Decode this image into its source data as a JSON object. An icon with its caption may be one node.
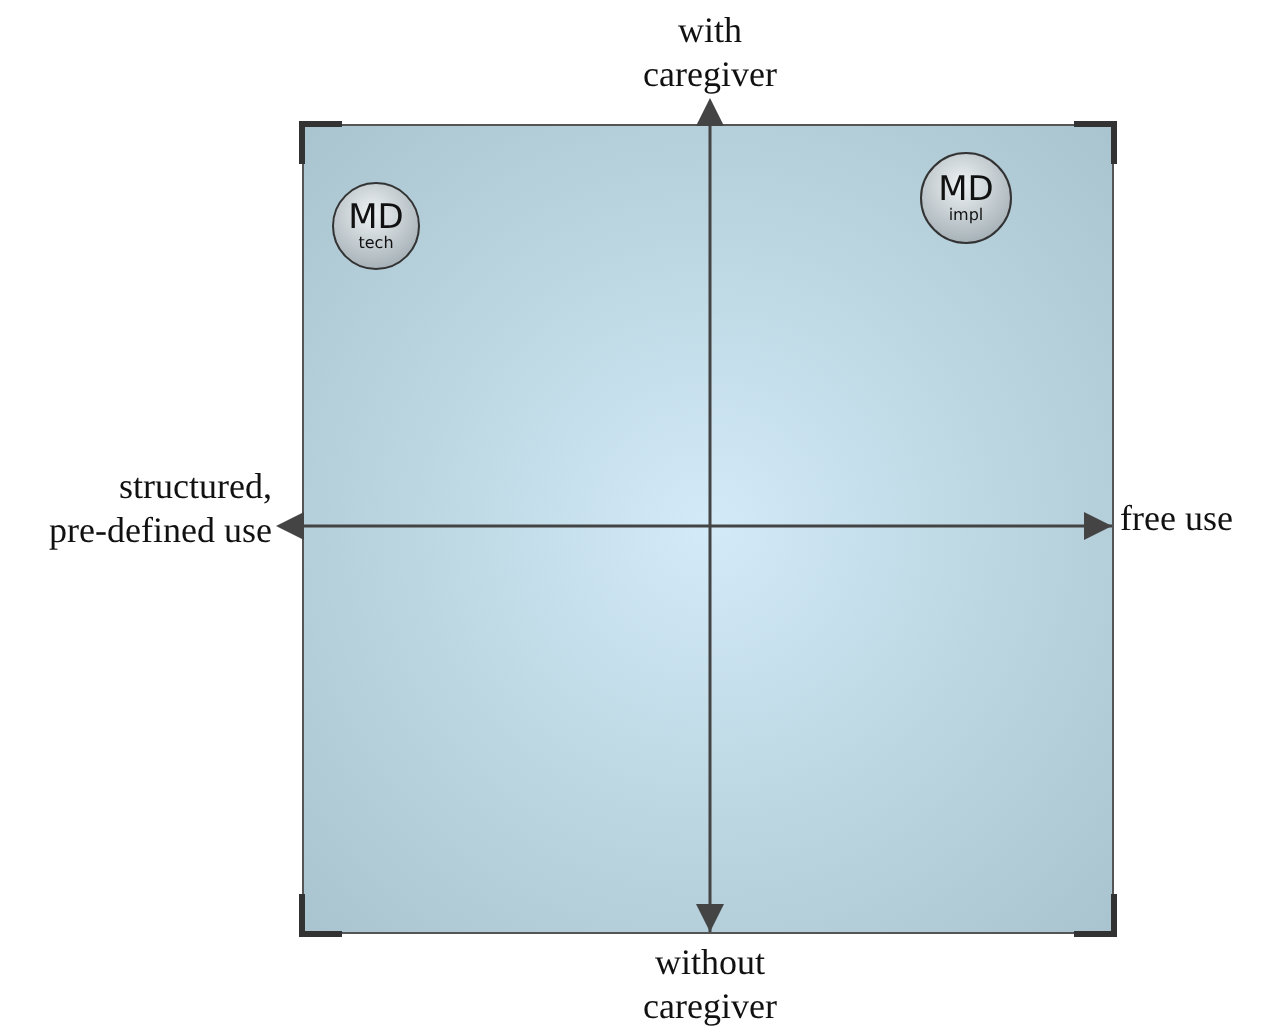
{
  "diagram": {
    "nodes": [
      {
        "text": [],
        "shape": "box"
      },
      {
        "text": [
          "MD",
          "tech"
        ],
        "in": 0
      },
      {
        "text": [
          "MD",
          "impl"
        ],
        "in": 0
      }
    ],
    "labels": [
      "with caregiver",
      "structured, pre-defined use",
      "free use",
      "without caregiver"
    ]
  }
}
